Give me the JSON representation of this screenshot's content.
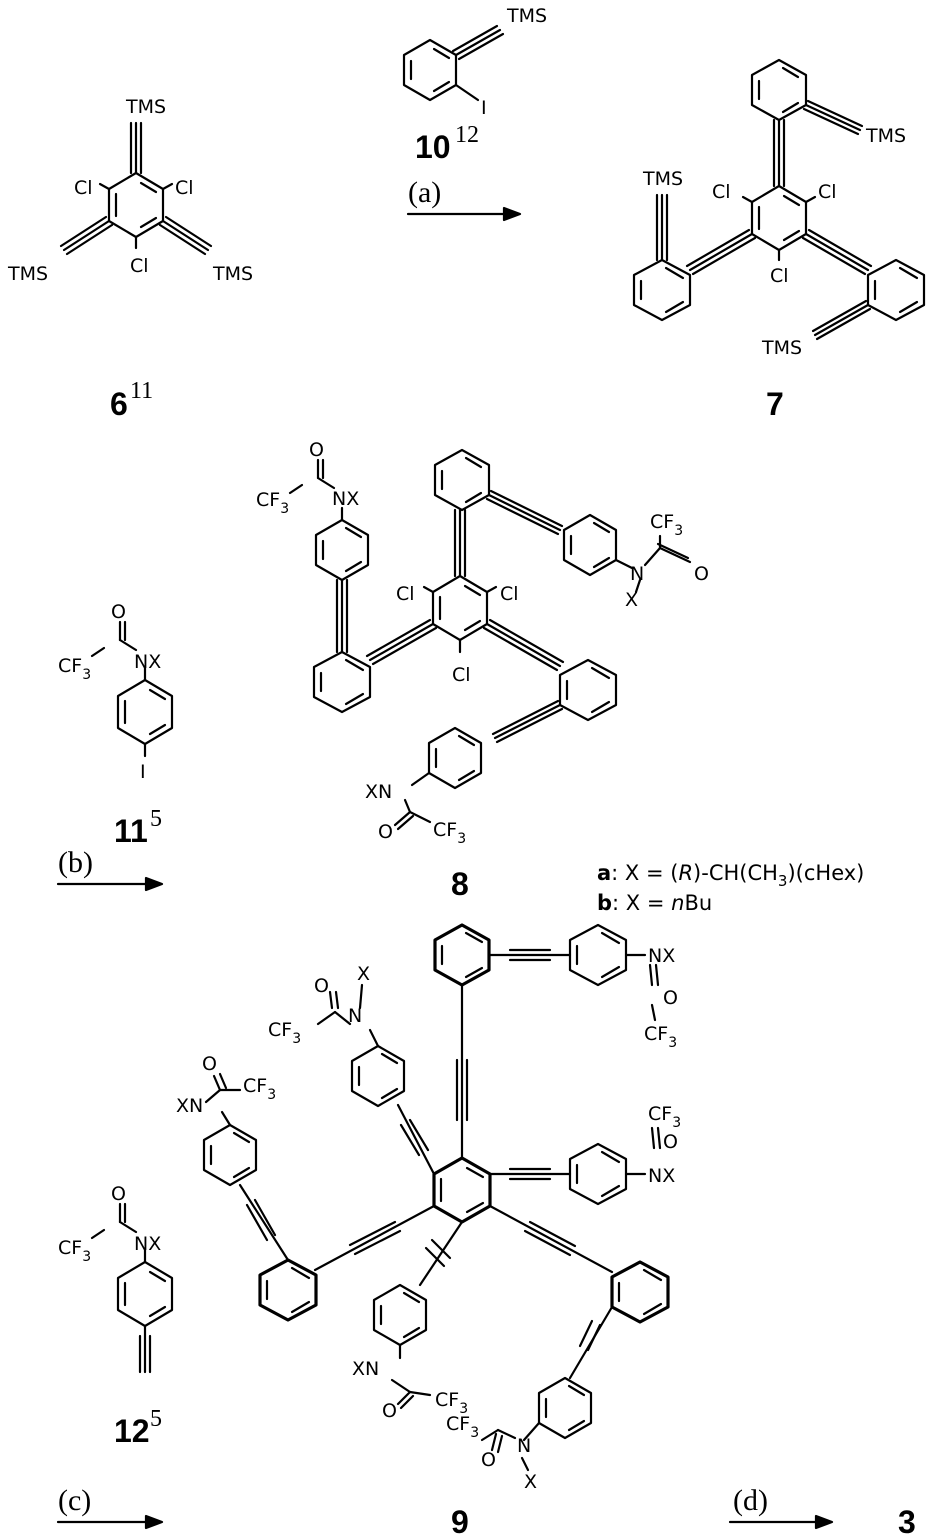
{
  "compounds": {
    "c6": {
      "number": "6",
      "ref": "11"
    },
    "c10": {
      "number": "10",
      "ref": "12"
    },
    "c7": {
      "number": "7"
    },
    "c11": {
      "number": "11",
      "ref": "5"
    },
    "c8": {
      "number": "8"
    },
    "c12": {
      "number": "12",
      "ref": "5"
    },
    "c9": {
      "number": "9"
    },
    "c3": {
      "number": "3"
    }
  },
  "steps": {
    "a": "(a)",
    "b": "(b)",
    "c": "(c)",
    "d": "(d)"
  },
  "atoms": {
    "tms": "TMS",
    "cl": "Cl",
    "i": "I",
    "o": "O",
    "nx": "NX",
    "xn": "XN",
    "n": "N",
    "x": "X",
    "cf": "CF",
    "sub3": "3"
  },
  "legend": {
    "a_key": "a",
    "a_text": ": X = (",
    "a_r": "R",
    "a_rest": ")-CH(CH",
    "a_sub": "3",
    "a_end": ")(cHex)",
    "b_key": "b",
    "b_text": ": X = ",
    "b_n": "n",
    "b_end": "Bu"
  }
}
